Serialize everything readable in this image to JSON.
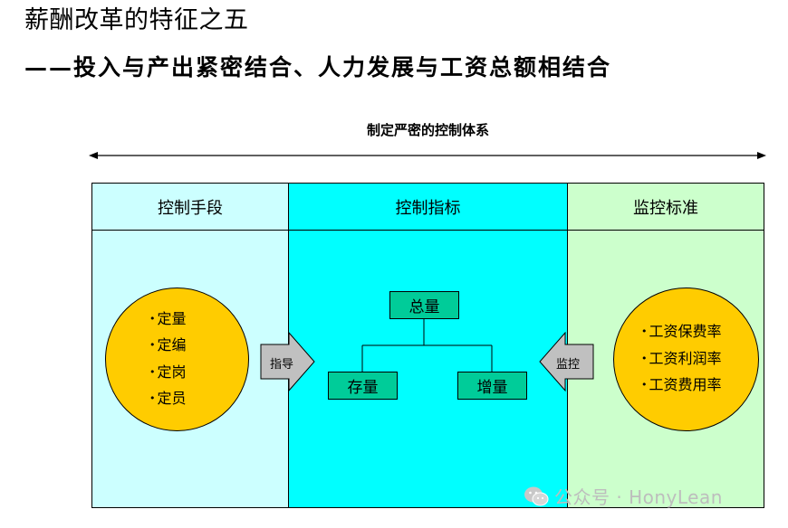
{
  "title": "薪酬改革的特征之五",
  "subtitle": "——投入与产出紧密结合、人力发展与工资总额相结合",
  "system_label": "制定严密的控制体系",
  "panels": [
    {
      "header": "控制手段"
    },
    {
      "header": "控制指标"
    },
    {
      "header": "监控标准"
    }
  ],
  "means_items": [
    "定量",
    "定编",
    "定岗",
    "定员"
  ],
  "index_boxes": {
    "total": "总量",
    "stock": "存量",
    "increment": "增量"
  },
  "arrows": {
    "guide": "指导",
    "monitor": "监控"
  },
  "standard_items": [
    "工资保费率",
    "工资利润率",
    "工资费用率"
  ],
  "watermark": "公众号 · HonyLean",
  "colors": {
    "means_bg": "#ccffff",
    "index_bg": "#00ffff",
    "standard_bg": "#ccffcc",
    "circle": "#ffcc00",
    "box": "#00cc99",
    "arrow": "#c0c0c0"
  }
}
